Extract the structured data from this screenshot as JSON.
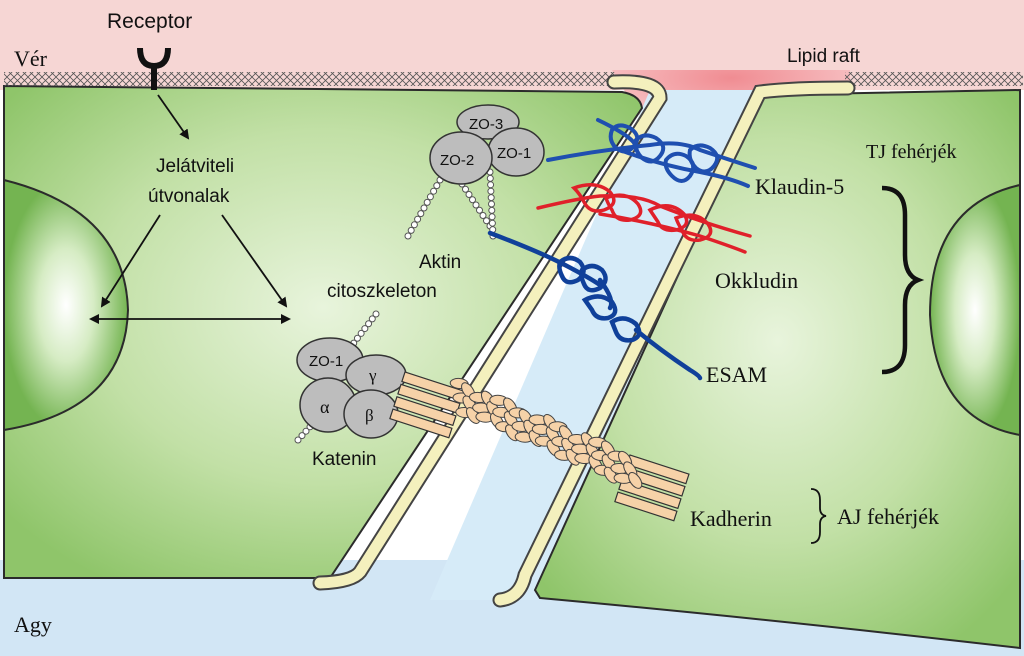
{
  "labels": {
    "ver": "Vér",
    "agy": "Agy",
    "receptor": "Receptor",
    "lipid_raft": "Lipid raft",
    "jelatviteli": "Jelátviteli",
    "utvonalak": "útvonalak",
    "aktin": "Aktin",
    "citoszkeleton": "citoszkeleton",
    "zo3": "ZO-3",
    "zo2": "ZO-2",
    "zo1_top": "ZO-1",
    "zo1_bottom": "ZO-1",
    "gamma": "γ",
    "alpha": "α",
    "beta": "β",
    "katenin": "Katenin",
    "tj_feherjek": "TJ fehérjék",
    "klaudin5": "Klaudin-5",
    "okkludin": "Okkludin",
    "esam": "ESAM",
    "kadherin": "Kadherin",
    "aj_feherjek": "AJ fehérjék"
  },
  "colors": {
    "blood": "#f5d4d2",
    "raft": "#f2a3a6",
    "brain": "#cfe4f4",
    "cleft": "#d3e9f7",
    "cell": "#b4d894",
    "cell_edge": "#2b2b2b",
    "membrane": "#f4f0bd",
    "klaudin": "#1f4fb0",
    "okkludin": "#e0202a",
    "esam": "#10409a",
    "cadherin": "#f6d2a8",
    "protein_gray": "#bdbdbd"
  }
}
